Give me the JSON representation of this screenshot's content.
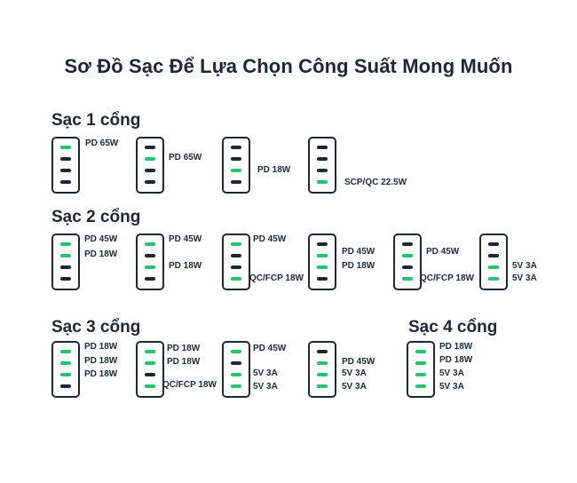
{
  "title": "Sơ Đồ Sạc Để Lựa Chọn Công Suất Mong Muốn",
  "colors": {
    "active_port": "#22c46e",
    "inactive_port": "#1e2833"
  },
  "sections": [
    {
      "heading": "Sạc 1 cổng",
      "chargers": [
        {
          "ports": [
            1,
            0,
            0,
            0
          ],
          "labels": [
            "PD 65W"
          ]
        },
        {
          "ports": [
            0,
            1,
            0,
            0
          ],
          "labels": [
            "PD 65W"
          ]
        },
        {
          "ports": [
            0,
            0,
            1,
            0
          ],
          "labels": [
            "PD 18W"
          ]
        },
        {
          "ports": [
            0,
            0,
            0,
            1
          ],
          "labels": [
            "SCP/QC 22.5W"
          ]
        }
      ]
    },
    {
      "heading": "Sạc 2 cổng",
      "chargers": [
        {
          "ports": [
            1,
            1,
            0,
            0
          ],
          "labels": [
            "PD 45W",
            "PD 18W"
          ]
        },
        {
          "ports": [
            1,
            0,
            1,
            0
          ],
          "labels": [
            "PD 45W",
            "PD 18W"
          ]
        },
        {
          "ports": [
            1,
            0,
            0,
            1
          ],
          "labels": [
            "PD 45W",
            "QC/FCP 18W"
          ]
        },
        {
          "ports": [
            0,
            1,
            1,
            0
          ],
          "labels": [
            "PD 45W",
            "PD 18W"
          ]
        },
        {
          "ports": [
            0,
            1,
            0,
            1
          ],
          "labels": [
            "PD 45W",
            "QC/FCP 18W"
          ]
        },
        {
          "ports": [
            0,
            0,
            1,
            1
          ],
          "labels": [
            "5V 3A",
            "5V 3A"
          ]
        }
      ]
    },
    {
      "heading": "Sạc 3 cổng",
      "chargers": [
        {
          "ports": [
            1,
            1,
            1,
            0
          ],
          "labels": [
            "PD 18W",
            "PD 18W",
            "PD 18W"
          ]
        },
        {
          "ports": [
            1,
            1,
            0,
            1
          ],
          "labels": [
            "PD 18W",
            "PD 18W",
            "QC/FCP 18W"
          ]
        },
        {
          "ports": [
            1,
            0,
            1,
            1
          ],
          "labels": [
            "PD 45W",
            "5V 3A",
            "5V 3A"
          ]
        },
        {
          "ports": [
            0,
            1,
            1,
            1
          ],
          "labels": [
            "PD 45W",
            "5V 3A",
            "5V 3A"
          ]
        }
      ]
    },
    {
      "heading": "Sạc 4 cổng",
      "chargers": [
        {
          "ports": [
            1,
            1,
            1,
            1
          ],
          "labels": [
            "PD 18W",
            "PD 18W",
            "5V 3A",
            "5V 3A"
          ]
        }
      ]
    }
  ]
}
